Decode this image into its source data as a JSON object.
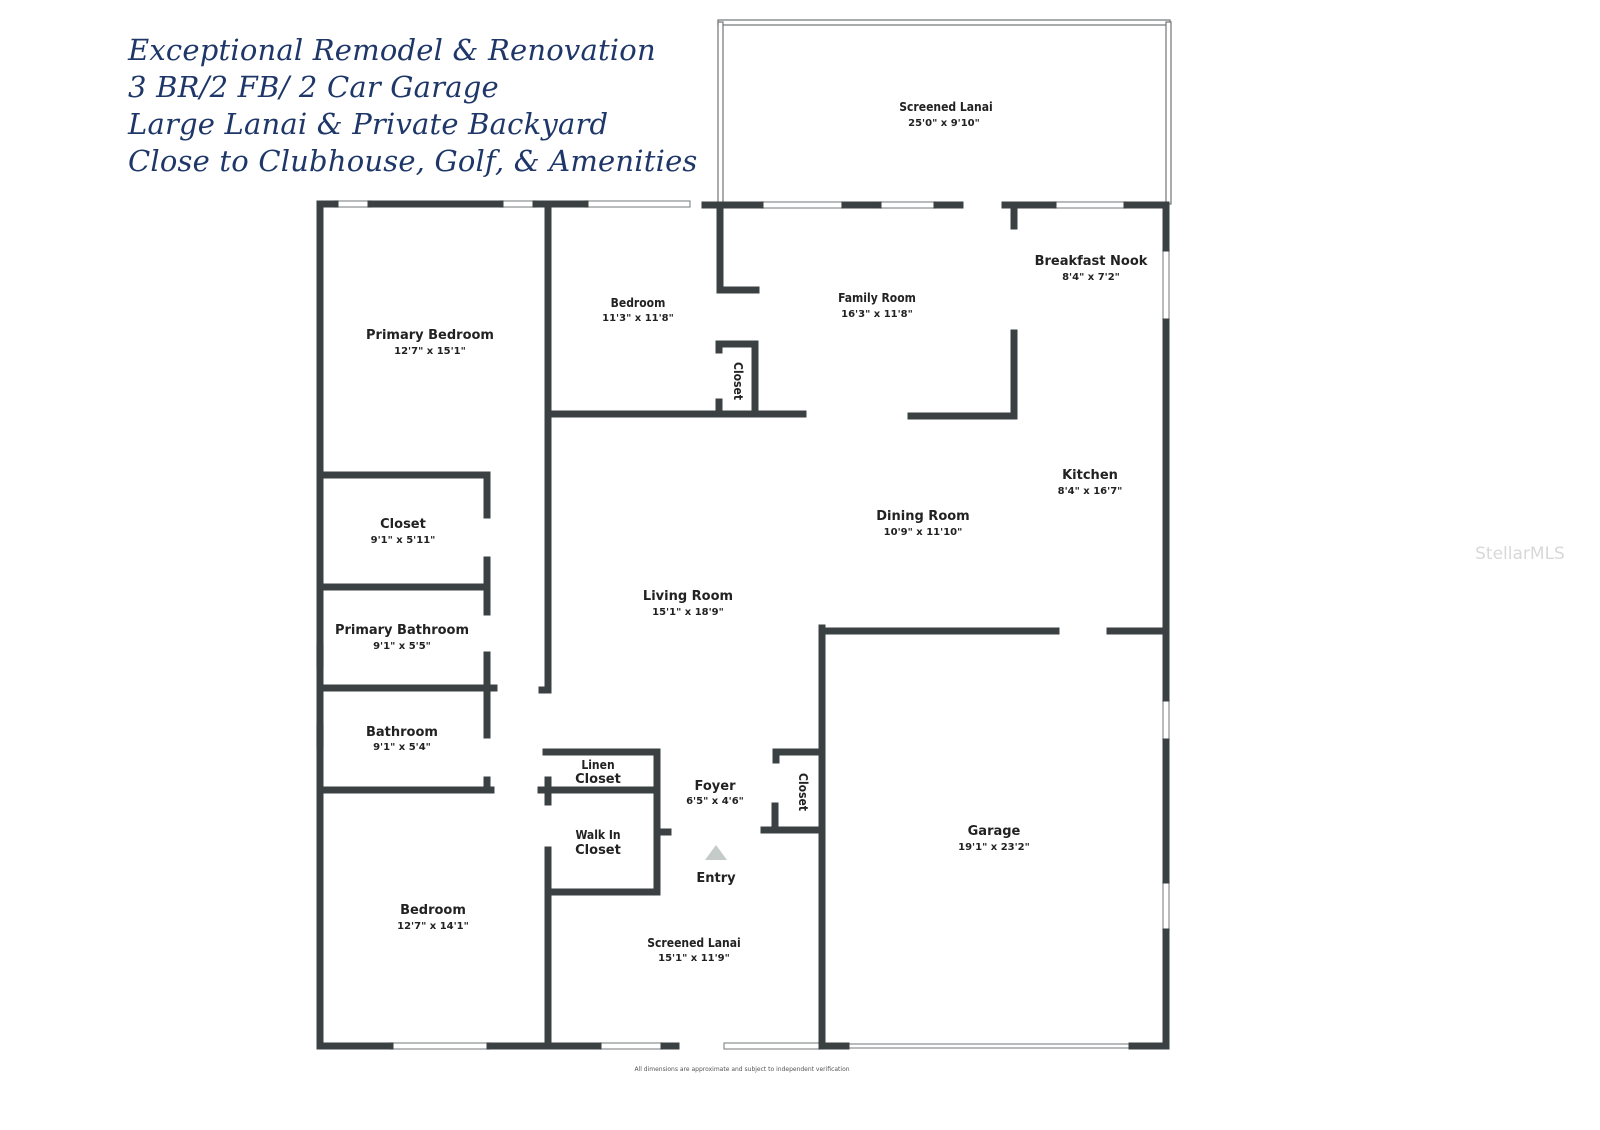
{
  "headline": [
    "Exceptional Remodel & Renovation",
    "3 BR/2 FB/ 2 Car Garage",
    "Large Lanai & Private Backyard",
    "Close to Clubhouse, Golf, & Amenities"
  ],
  "rooms": {
    "screened_lanai_rear": {
      "name": "Screened Lanai",
      "dims": "25'0\" x 9'10\""
    },
    "breakfast_nook": {
      "name": "Breakfast Nook",
      "dims": "8'4\" x 7'2\""
    },
    "bedroom_2": {
      "name": "Bedroom",
      "dims": "11'3\" x 11'8\""
    },
    "family_room": {
      "name": "Family Room",
      "dims": "16'3\" x 11'8\""
    },
    "primary_bedroom": {
      "name": "Primary Bedroom",
      "dims": "12'7\" x 15'1\""
    },
    "bedroom_closet": {
      "name": "Closet"
    },
    "kitchen": {
      "name": "Kitchen",
      "dims": "8'4\" x 16'7\""
    },
    "dining_room": {
      "name": "Dining Room",
      "dims": "10'9\" x 11'10\""
    },
    "closet": {
      "name": "Closet",
      "dims": "9'1\" x 5'11\""
    },
    "living_room": {
      "name": "Living Room",
      "dims": "15'1\" x 18'9\""
    },
    "primary_bathroom": {
      "name": "Primary Bathroom",
      "dims": "9'1\" x 5'5\""
    },
    "bathroom": {
      "name": "Bathroom",
      "dims": "9'1\" x 5'4\""
    },
    "linen_closet": {
      "name_line1": "Linen",
      "name_line2": "Closet"
    },
    "foyer": {
      "name": "Foyer",
      "dims": "6'5\" x 4'6\""
    },
    "foyer_closet": {
      "name": "Closet"
    },
    "walk_in_closet": {
      "name_line1": "Walk In",
      "name_line2": "Closet"
    },
    "garage": {
      "name": "Garage",
      "dims": "19'1\" x 23'2\""
    },
    "entry": {
      "name": "Entry"
    },
    "bedroom_3": {
      "name": "Bedroom",
      "dims": "12'7\" x 14'1\""
    },
    "screened_lanai_front": {
      "name": "Screened Lanai",
      "dims": "15'1\" x 11'9\""
    }
  },
  "disclaimer": "All dimensions are approximate and subject to independent verification",
  "watermark": "StellarMLS",
  "colors": {
    "headline": "#1e3768",
    "walls": "#3b4043"
  }
}
